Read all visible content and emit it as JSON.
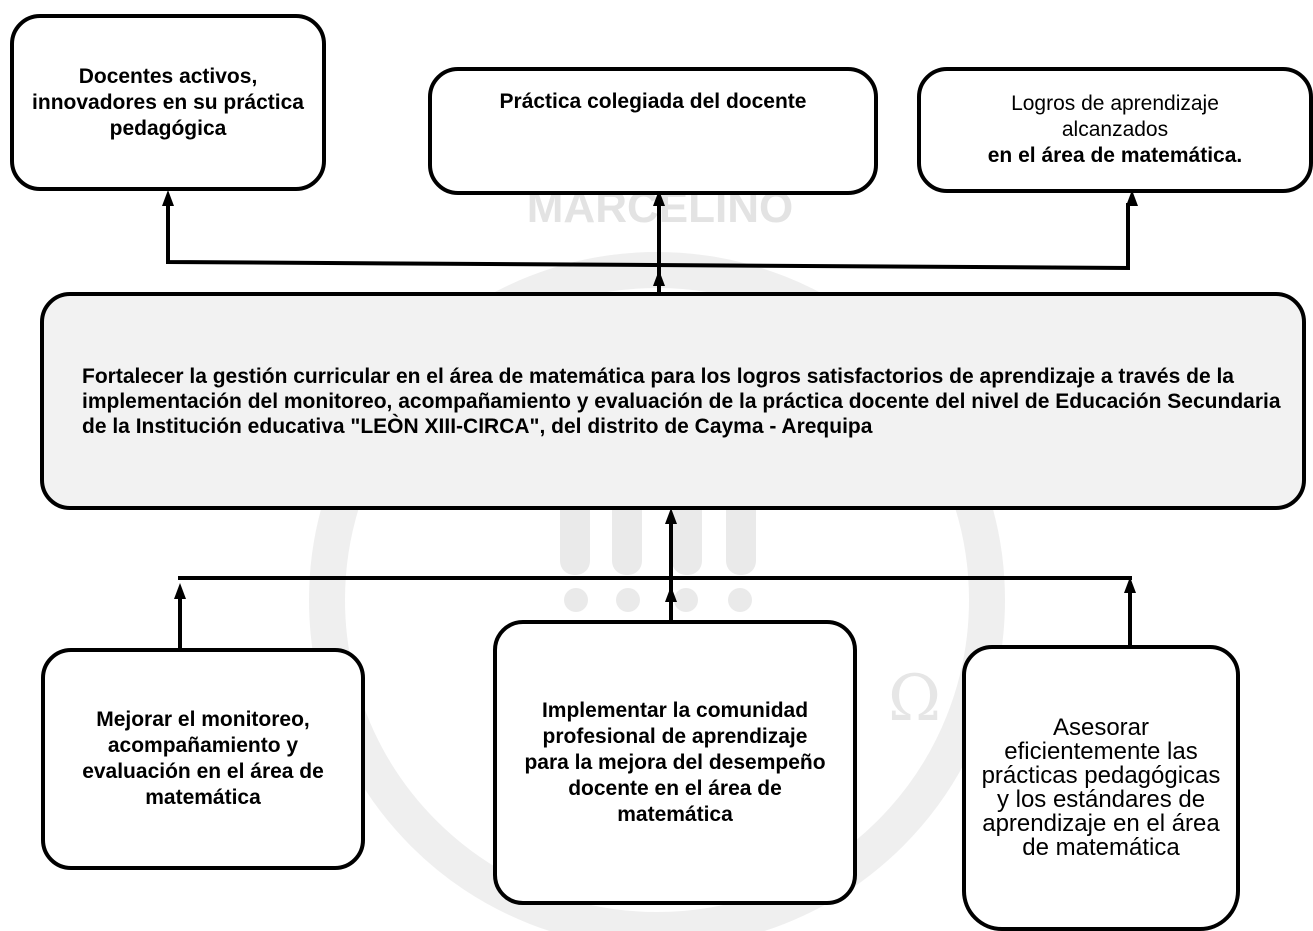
{
  "diagram": {
    "top_left": "Docentes activos, innovadores en su práctica pedagógica",
    "top_center": "Práctica colegiada del docente",
    "top_right_lines": [
      "Logros de aprendizaje",
      "alcanzados",
      "en el área de matemática."
    ],
    "main": "Fortalecer la gestión curricular  en el área de matemática para los   logros satisfactorios  de aprendizaje  a través de la implementación  del monitoreo, acompañamiento y evaluación de  la práctica docente   del nivel de Educación  Secundaria   de la Institución educativa \"LEÒN XIII-CIRCA\", del distrito de Cayma - Arequipa",
    "bottom_left": "Mejorar el monitoreo, acompañamiento  y evaluación  en el área de matemática",
    "bottom_center": "Implementar la comunidad profesional de aprendizaje para la mejora del desempeño docente en el área de matemática",
    "bottom_right": "Asesorar eficientemente las prácticas pedagógicas y los estándares de aprendizaje en el área de matemática"
  },
  "watermark": {
    "text": "MARCELINO",
    "color": "#d9d9d9"
  }
}
